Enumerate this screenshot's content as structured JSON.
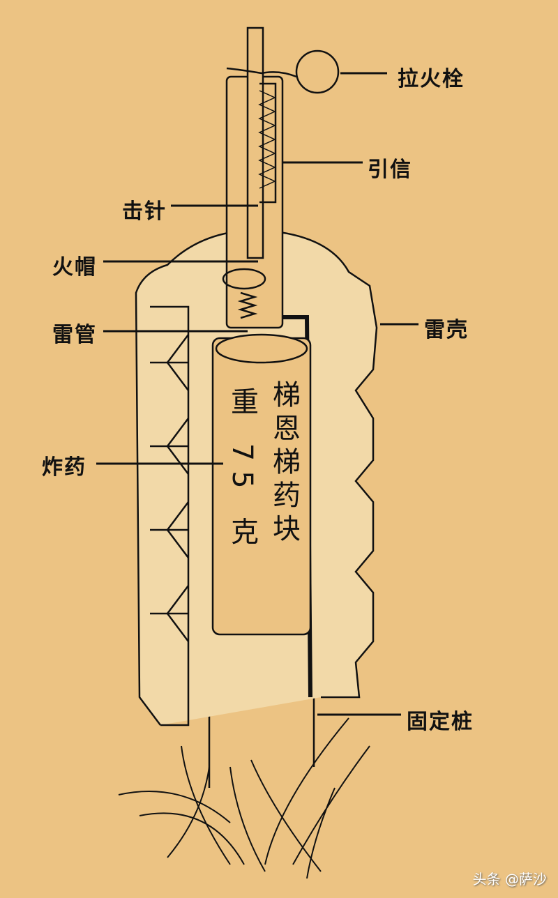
{
  "labels": {
    "pull_pin": "拉火栓",
    "fuse": "引信",
    "firing_pin": "击针",
    "primer": "火帽",
    "detonator": "雷管",
    "shell": "雷壳",
    "explosive": "炸药",
    "stake": "固定桩"
  },
  "charge": {
    "name": "梯恩梯药块",
    "weight": "重 75 克"
  },
  "watermark": "头条 @萨沙",
  "colors": {
    "background": "#ecc383",
    "ink": "#111111"
  }
}
